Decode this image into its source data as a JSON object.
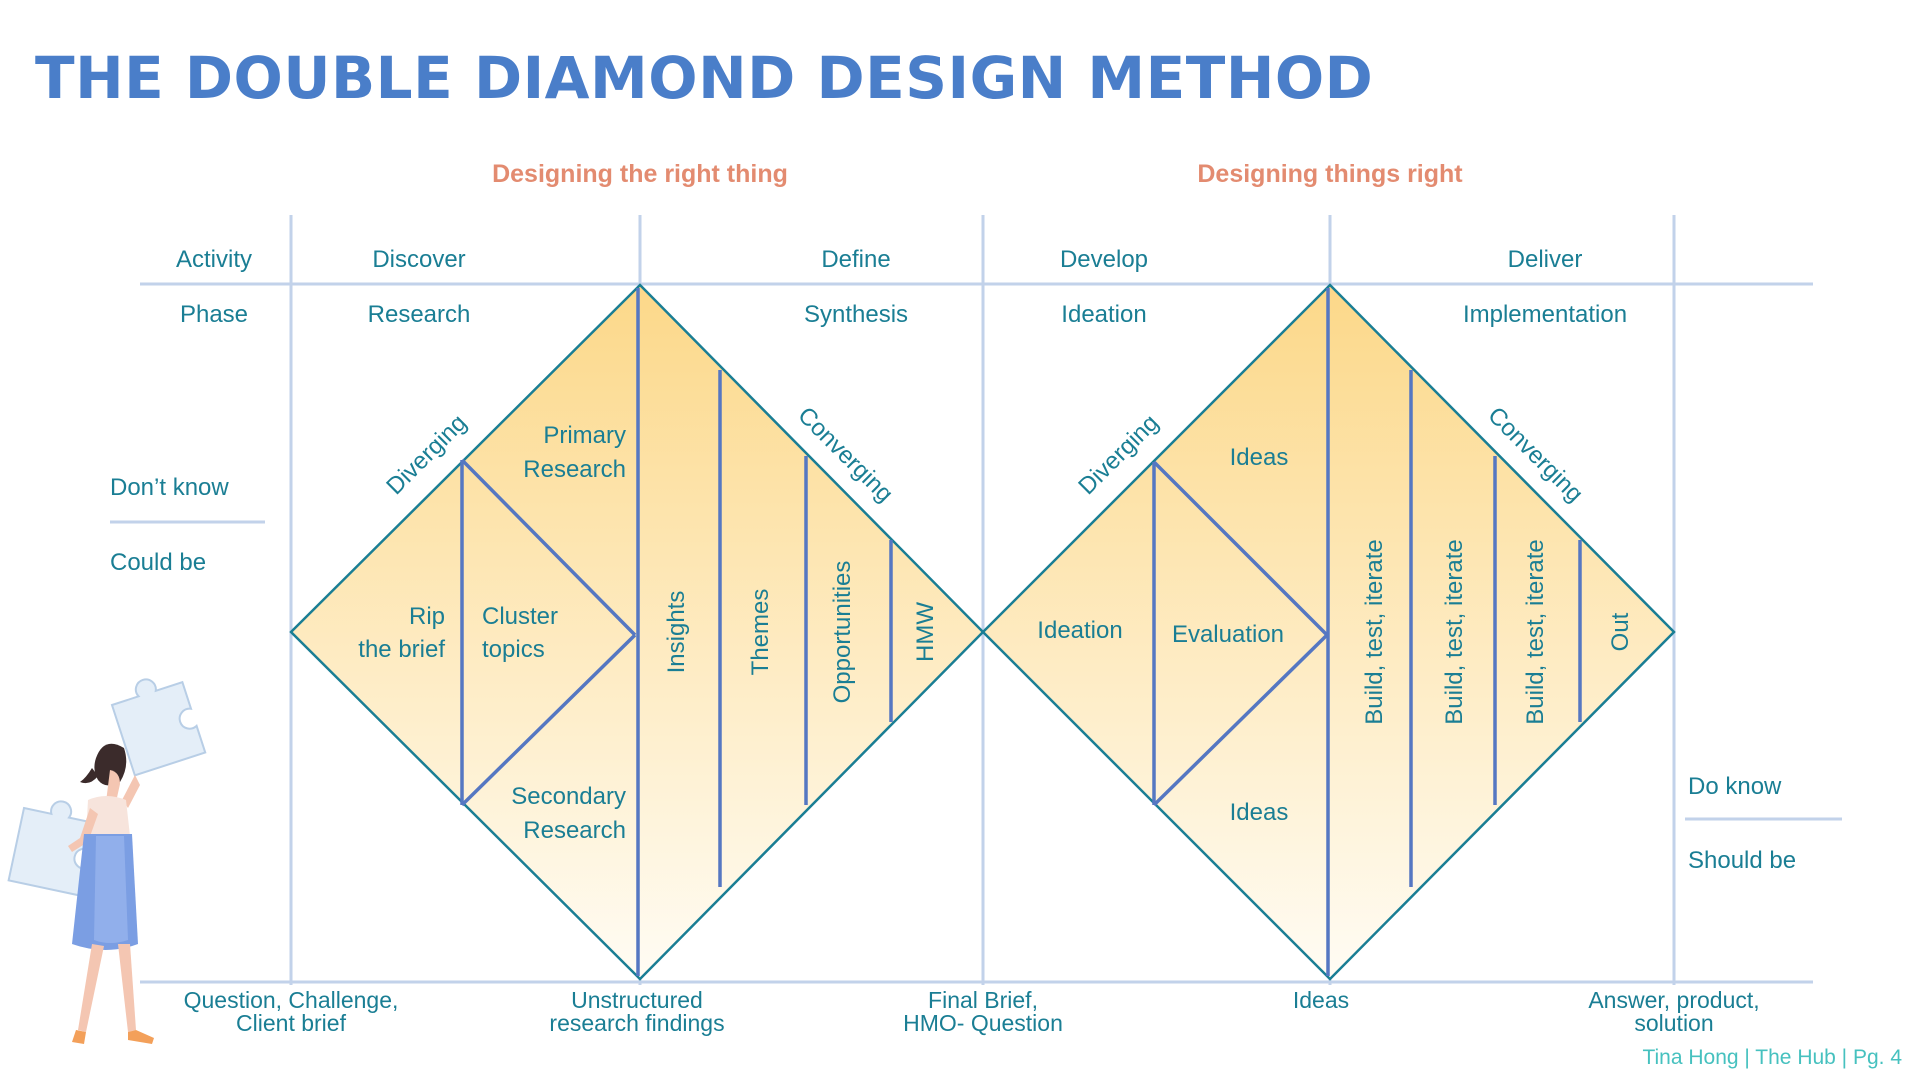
{
  "title": "THE DOUBLE DIAMOND DESIGN METHOD",
  "colors": {
    "title": "#4a7ec9",
    "header": "#e38b70",
    "label": "#1a7e94",
    "line": "#5577c2",
    "grid": "#c2d2ea",
    "fill_top": "#fcd889",
    "fill_bottom": "#fffcf4",
    "credit": "#46c1bf"
  },
  "headers": {
    "left": "Designing the right thing",
    "right": "Designing things right"
  },
  "rows": {
    "activity": "Activity",
    "phase": "Phase"
  },
  "stages": [
    {
      "activity": "Discover",
      "phase": "Research"
    },
    {
      "activity": "Define",
      "phase": "Synthesis"
    },
    {
      "activity": "Develop",
      "phase": "Ideation"
    },
    {
      "activity": "Deliver",
      "phase": "Implementation"
    }
  ],
  "side_labels": {
    "dont_know": "Don’t know",
    "could_be": "Could be",
    "do_know": "Do know",
    "should_be": "Should be"
  },
  "diamond1": {
    "diverging": "Diverging",
    "converging": "Converging",
    "rip_line1": "Rip",
    "rip_line2": "the brief",
    "cluster_line1": "Cluster",
    "cluster_line2": "topics",
    "primary_line1": "Primary",
    "primary_line2": "Research",
    "secondary_line1": "Secondary",
    "secondary_line2": "Research",
    "insights": "Insights",
    "themes": "Themes",
    "opportunities": "Opportunities",
    "hmw": "HMW"
  },
  "diamond2": {
    "diverging": "Diverging",
    "converging": "Converging",
    "ideation": "Ideation",
    "evaluation": "Evaluation",
    "ideas_top": "Ideas",
    "ideas_bottom": "Ideas",
    "build1": "Build, test, iterate",
    "build2": "Build, test, iterate",
    "build3": "Build, test, iterate",
    "out": "Out"
  },
  "bottom_labels": [
    {
      "line1": "Question, Challenge,",
      "line2": "Client brief"
    },
    {
      "line1": "Unstructured",
      "line2": "research findings"
    },
    {
      "line1": "Final Brief,",
      "line2": "HMO- Question"
    },
    {
      "line1": "Ideas",
      "line2": ""
    },
    {
      "line1": "Answer, product,",
      "line2": "solution"
    }
  ],
  "credit": "Tina Hong | The Hub | Pg. 4",
  "illustration": {
    "icon": "woman-holding-puzzle-pieces-illustration"
  }
}
